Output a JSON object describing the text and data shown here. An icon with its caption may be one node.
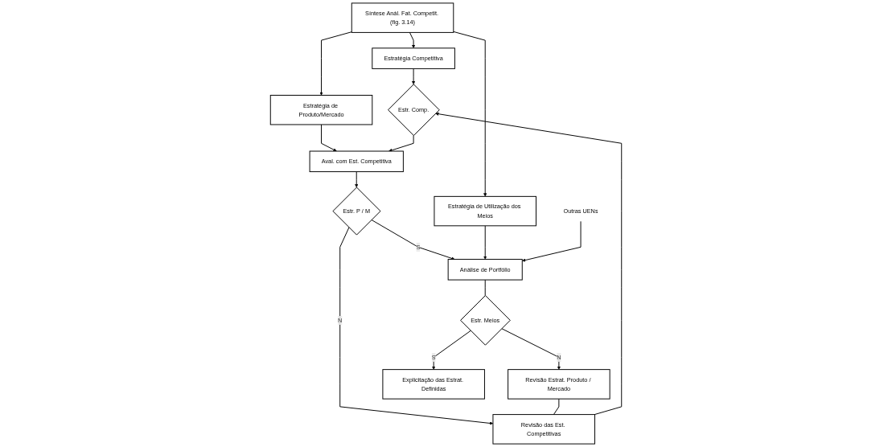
{
  "diagram": {
    "nodes": [
      {
        "text": [
          "Síntese Anál. Fat. Competit. (fig. 3.14)"
        ]
      },
      {
        "text": [
          "Estratégia Competitiva"
        ]
      },
      {
        "text": [
          "Estratégia de Produto/Mercado"
        ]
      },
      {
        "text": [
          "Estratégia de Utilização dos Meios"
        ]
      },
      {
        "text": [
          "Estr. Comp."
        ]
      },
      {
        "text": [
          "Aval. com Est. Competitiva"
        ]
      },
      {
        "text": [
          "Outras UENs"
        ]
      },
      {
        "text": [
          "Revisão das Est. Competitivas"
        ]
      },
      {
        "text": [
          "Estr. P / M"
        ]
      },
      {
        "text": [
          "Análise de Portfólio"
        ]
      },
      {
        "text": [
          "Revisão Estrat. Produto / Mercado"
        ]
      },
      {
        "text": [
          "Estr. Meios"
        ]
      },
      {
        "text": [
          "Explicitação das Estrat. Definidas"
        ]
      }
    ],
    "edges": [
      {
        "from": 0,
        "to": 1,
        "arrow": "to"
      },
      {
        "from": 0,
        "to": 2,
        "arrow": "to"
      },
      {
        "from": 0,
        "to": 3,
        "arrow": "to"
      },
      {
        "from": 1,
        "to": 4,
        "arrow": "to"
      },
      {
        "from": 2,
        "to": 5,
        "arrow": "to"
      },
      {
        "from": 4,
        "to": 5,
        "arrow": "to"
      },
      {
        "from": 5,
        "to": 8,
        "arrow": "to"
      },
      {
        "from": 8,
        "to": 7,
        "label": "N",
        "arrow": "to"
      },
      {
        "from": 8,
        "to": 9,
        "label": "S",
        "arrow": "to"
      },
      {
        "from": 7,
        "to": 4,
        "arrow": "to"
      },
      {
        "from": 3,
        "to": 9,
        "arrow": "to"
      },
      {
        "from": 6,
        "to": 9,
        "arrow": "to"
      },
      {
        "from": 9,
        "to": 11,
        "arrow": "none"
      },
      {
        "from": 11,
        "to": 10,
        "label": "N",
        "arrow": "to"
      },
      {
        "from": 11,
        "to": 12,
        "label": "S",
        "arrow": "to"
      },
      {
        "from": 10,
        "to": 7,
        "arrow": "none"
      }
    ]
  }
}
